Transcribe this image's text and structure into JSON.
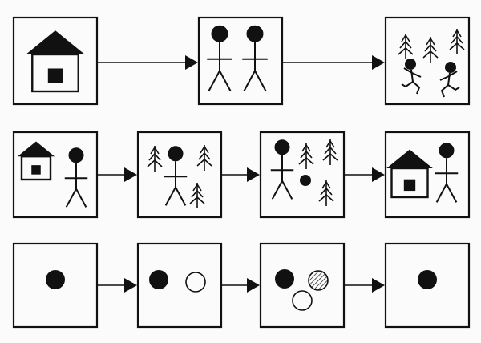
{
  "rows": [
    {
      "name": "story-row-walk",
      "cells": [
        {
          "name": "cell-home",
          "items": [
            "house-large"
          ]
        },
        {
          "name": "cell-two-people",
          "items": [
            "person",
            "person"
          ]
        },
        {
          "name": "cell-running-forest",
          "items": [
            "tree",
            "tree",
            "tree",
            "running-person",
            "running-person"
          ]
        }
      ]
    },
    {
      "name": "story-row-forest-trip",
      "cells": [
        {
          "name": "cell-leave-home",
          "items": [
            "house-small",
            "person"
          ]
        },
        {
          "name": "cell-in-forest",
          "items": [
            "tree",
            "tree",
            "tree",
            "person"
          ]
        },
        {
          "name": "cell-find-ball",
          "items": [
            "tree",
            "tree",
            "tree",
            "person",
            "small-dot"
          ]
        },
        {
          "name": "cell-return-home",
          "items": [
            "house-medium",
            "person"
          ]
        }
      ]
    },
    {
      "name": "story-row-circles",
      "cells": [
        {
          "name": "cell-one-circle",
          "items": [
            "filled-circle"
          ]
        },
        {
          "name": "cell-two-circles",
          "items": [
            "filled-circle",
            "empty-circle"
          ]
        },
        {
          "name": "cell-three-circles",
          "items": [
            "filled-circle",
            "hatched-circle",
            "empty-circle"
          ]
        },
        {
          "name": "cell-back-to-one",
          "items": [
            "filled-circle"
          ]
        }
      ]
    }
  ],
  "colors": {
    "ink": "#111111",
    "paper": "#fbfbfb"
  }
}
